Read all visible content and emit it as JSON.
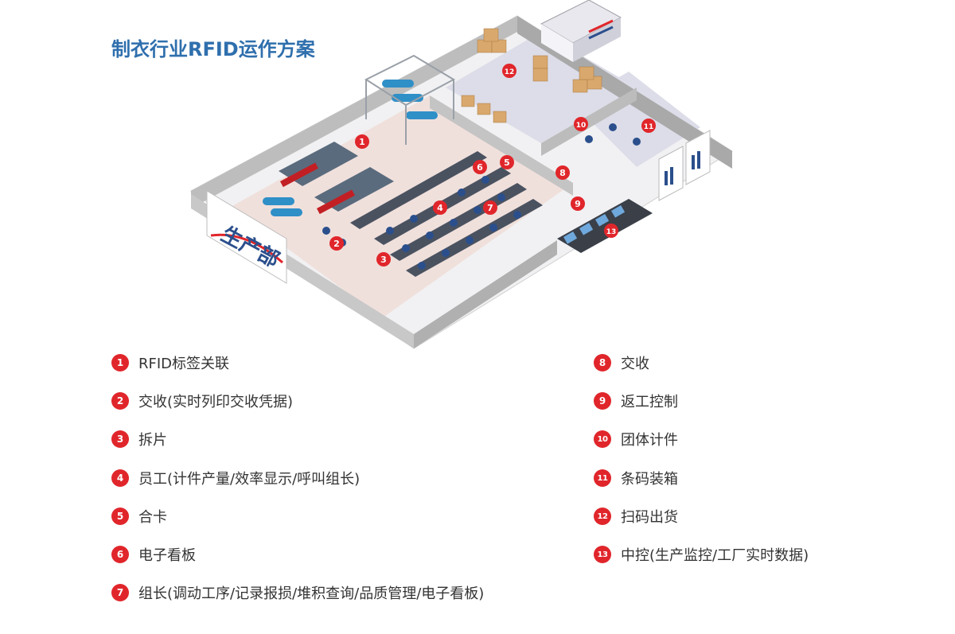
{
  "title": "制衣行业RFID运作方案",
  "sign": "生产部",
  "colors": {
    "accent": "#e0262b",
    "title": "#2f6fad",
    "floor": "#f0e0dc",
    "wall": "#b8b8b8"
  },
  "legend_left": [
    {
      "num": "1",
      "label": "RFID标签关联"
    },
    {
      "num": "2",
      "label": "交收(实时列印交收凭据)"
    },
    {
      "num": "3",
      "label": "拆片"
    },
    {
      "num": "4",
      "label": "员工(计件产量/效率显示/呼叫组长)"
    },
    {
      "num": "5",
      "label": "合卡"
    },
    {
      "num": "6",
      "label": "电子看板"
    },
    {
      "num": "7",
      "label": "组长(调动工序/记录报损/堆积查询/品质管理/电子看板)"
    }
  ],
  "legend_right": [
    {
      "num": "8",
      "label": "交收"
    },
    {
      "num": "9",
      "label": "返工控制"
    },
    {
      "num": "10",
      "label": "团体计件"
    },
    {
      "num": "11",
      "label": "条码装箱"
    },
    {
      "num": "12",
      "label": "扫码出货"
    },
    {
      "num": "13",
      "label": "中控(生产监控/工厂实时数据)"
    }
  ],
  "markers": [
    "1",
    "2",
    "3",
    "4",
    "5",
    "6",
    "7",
    "8",
    "9",
    "10",
    "11",
    "12",
    "13"
  ]
}
